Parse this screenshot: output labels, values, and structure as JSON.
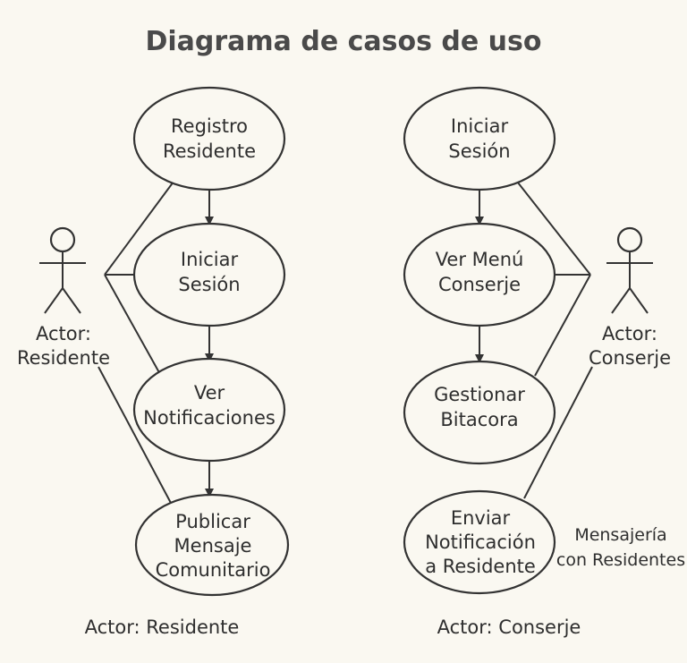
{
  "title": "Diagrama de casos de uso",
  "left": {
    "actor_label": [
      "Actor:",
      "Residente"
    ],
    "bottom_label": "Actor: Residente",
    "use_cases": [
      {
        "lines": [
          "Registro",
          "Residente"
        ]
      },
      {
        "lines": [
          "Iniciar",
          "Sesión"
        ]
      },
      {
        "lines": [
          "Ver",
          "Notificaciones"
        ]
      },
      {
        "lines": [
          "Publicar",
          "Mensaje",
          "Comunitario"
        ]
      }
    ]
  },
  "right": {
    "actor_label": [
      "Actor:",
      "Conserje"
    ],
    "bottom_label": "Actor: Conserje",
    "use_cases": [
      {
        "lines": [
          "Iniciar",
          "Sesión"
        ]
      },
      {
        "lines": [
          "Ver Menú",
          "Conserje"
        ]
      },
      {
        "lines": [
          "Gestionar",
          "Bitacora"
        ]
      },
      {
        "lines": [
          "Enviar",
          "Notificación",
          "a Residente"
        ]
      }
    ],
    "note": [
      "Mensajería",
      "con Residentes"
    ]
  },
  "colors": {
    "background": "#faf8f1",
    "stroke": "#333333",
    "title": "#4a4a4a"
  }
}
